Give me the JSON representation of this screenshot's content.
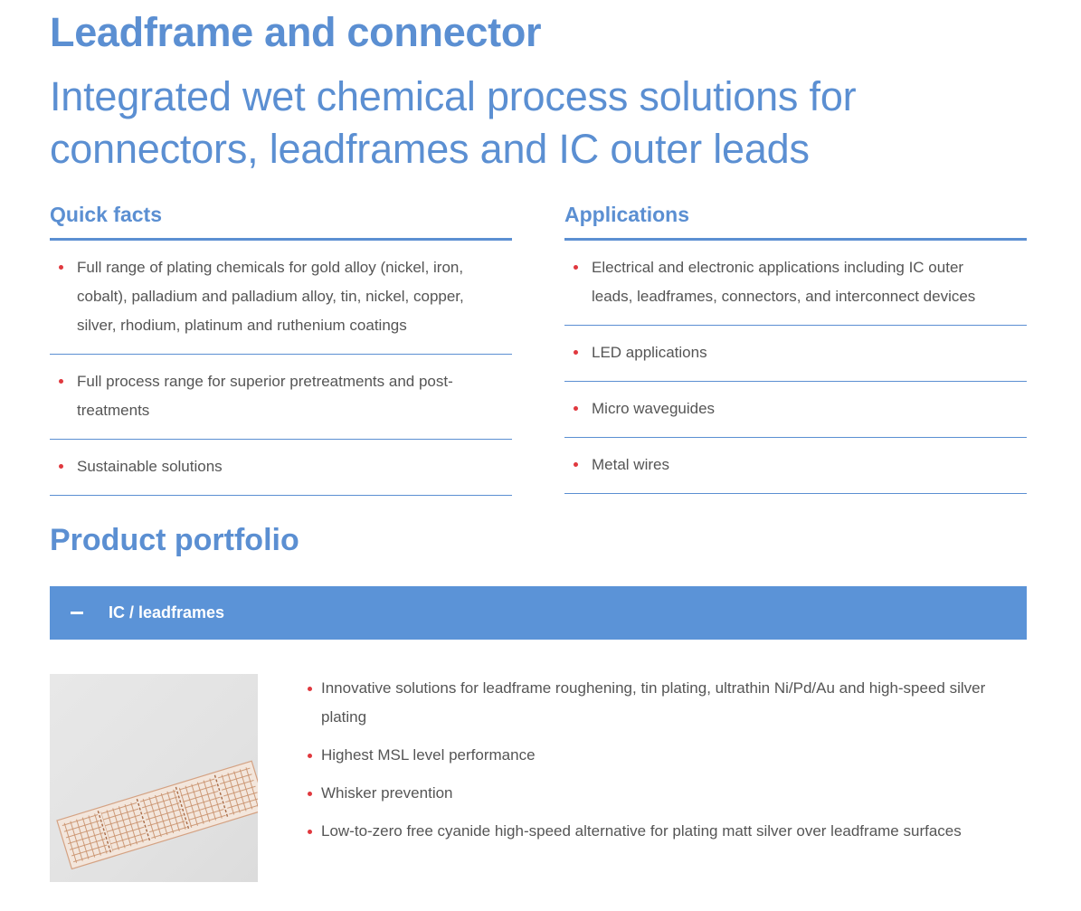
{
  "page": {
    "title": "Leadframe and connector",
    "subtitle": "Integrated wet chemical process solutions for connectors, leadframes and IC outer leads"
  },
  "quick_facts": {
    "heading": "Quick facts",
    "items": [
      "Full range of plating chemicals for gold alloy (nickel, iron, cobalt), palladium and palladium alloy, tin, nickel, copper, silver, rhodium, platinum and ruthenium coatings",
      "Full process range for superior pretreatments and post-treatments",
      "Sustainable solutions"
    ]
  },
  "applications": {
    "heading": "Applications",
    "items": [
      "Electrical and electronic applications including IC outer leads, leadframes, connectors, and interconnect devices",
      "LED applications",
      "Micro waveguides",
      "Metal wires"
    ]
  },
  "portfolio": {
    "heading": "Product portfolio",
    "accordion": {
      "label": "IC / leadframes",
      "expanded_icon": "minus-icon",
      "items": [
        "Innovative solutions for leadframe roughening, tin plating, ultrathin Ni/Pd/Au and high-speed silver plating",
        "Highest MSL level performance",
        "Whisker prevention",
        "Low-to-zero free cyanide high-speed alternative for plating matt silver over leadframe surfaces"
      ]
    }
  },
  "colors": {
    "brand_blue": "#5b8fd2",
    "accordion_blue": "#5b93d7",
    "bullet_red": "#e0383e",
    "body_text": "#555555"
  }
}
